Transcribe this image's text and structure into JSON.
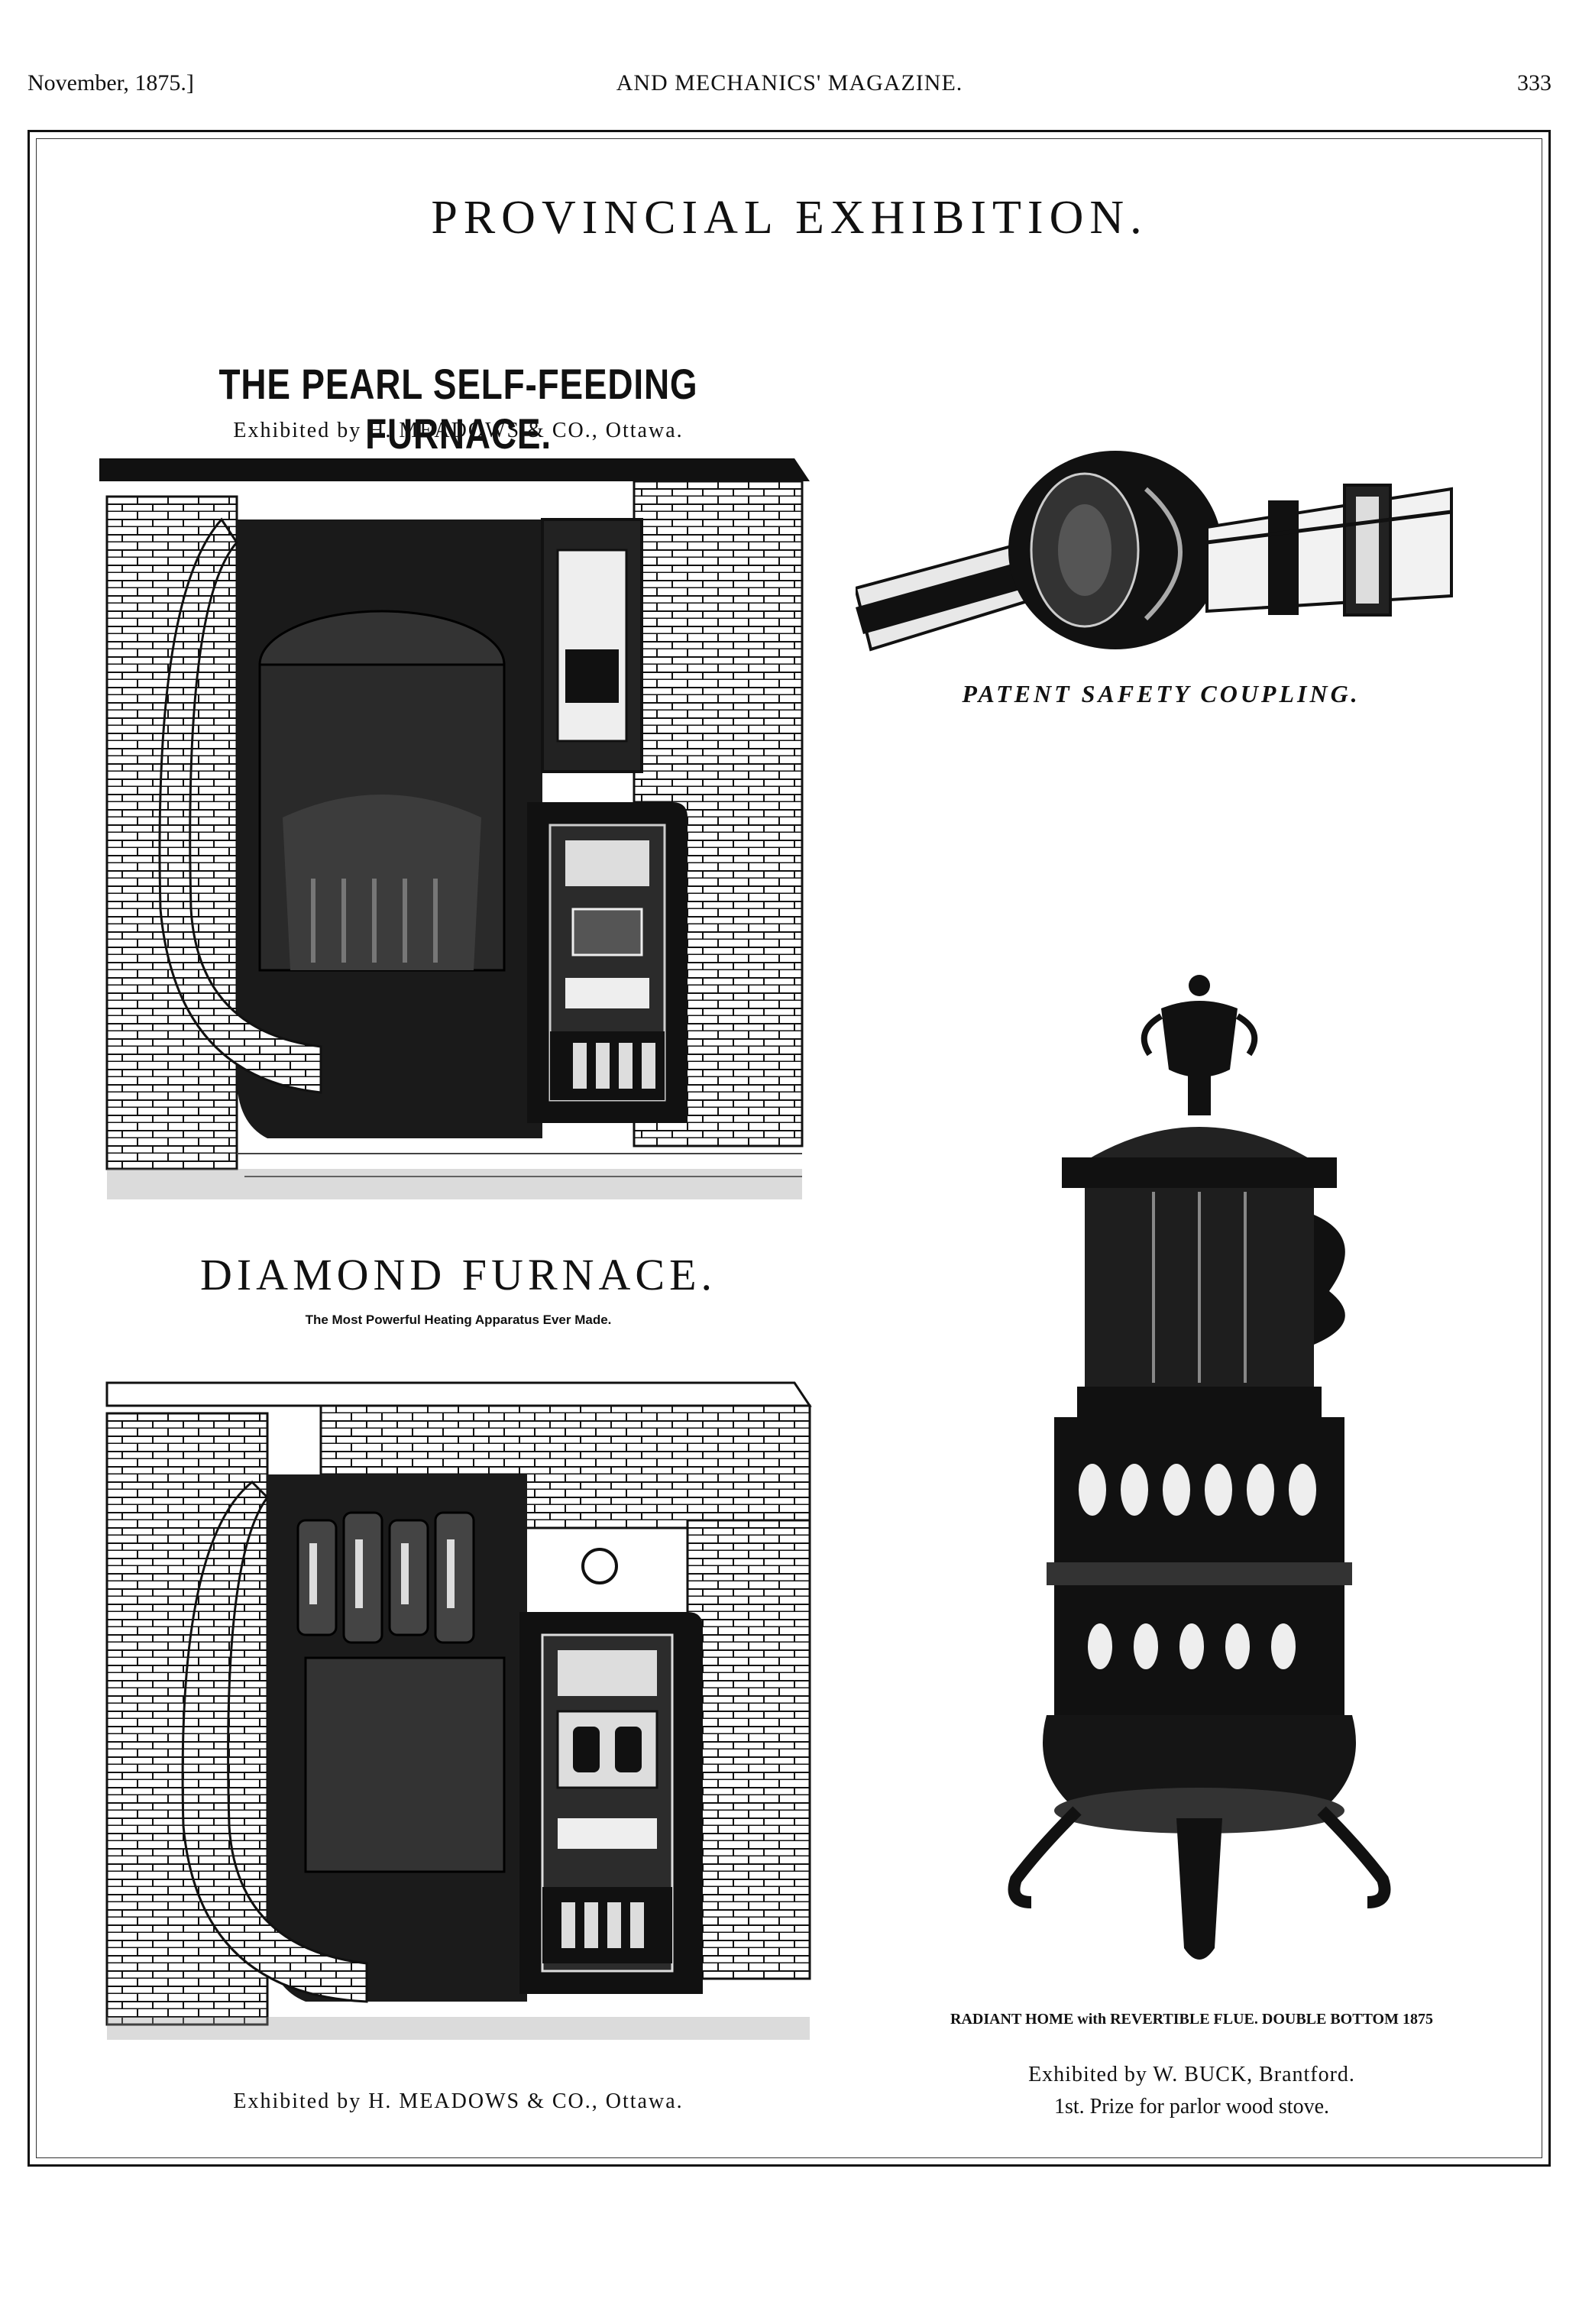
{
  "running_head": {
    "left": "November, 1875.]",
    "center": "AND MECHANICS' MAGAZINE.",
    "right": "333"
  },
  "page_title": "PROVINCIAL EXHIBITION.",
  "pearl": {
    "title": "THE PEARL SELF-FEEDING FURNACE.",
    "exhibitor": "Exhibited by H. MEADOWS & CO., Ottawa."
  },
  "coupling": {
    "caption": "PATENT SAFETY COUPLING."
  },
  "diamond": {
    "title": "DIAMOND FURNACE.",
    "subtitle": "The Most Powerful Heating Apparatus Ever Made.",
    "exhibitor": "Exhibited by H. MEADOWS & CO., Ottawa."
  },
  "stove": {
    "caption": "RADIANT HOME with REVERTIBLE FLUE. DOUBLE BOTTOM 1875",
    "exhibitor": "Exhibited by W. BUCK, Brantford.",
    "prize": "1st. Prize for parlor wood stove."
  }
}
